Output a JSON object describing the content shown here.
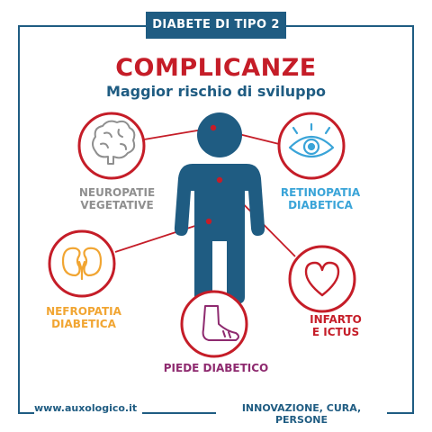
{
  "header": {
    "tag": "DIABETE DI TIPO 2"
  },
  "title": "COMPLICANZE",
  "subtitle": "Maggior rischio di sviluppo",
  "complications": [
    {
      "id": "neuropatie",
      "label_line1": "NEUROPATIE",
      "label_line2": "VEGETATIVE",
      "icon": "brain-icon",
      "color": "#8f8f8f"
    },
    {
      "id": "retinopatia",
      "label_line1": "RETINOPATIA",
      "label_line2": "DIABETICA",
      "icon": "eye-icon",
      "color": "#3aa4d8"
    },
    {
      "id": "nefropatia",
      "label_line1": "NEFROPATIA",
      "label_line2": "DIABETICA",
      "icon": "kidneys-icon",
      "color": "#f1a532"
    },
    {
      "id": "infarto",
      "label_line1": "INFARTO",
      "label_line2": "E ICTUS",
      "icon": "heart-icon",
      "color": "#c51d28"
    },
    {
      "id": "piede",
      "label_line1": "PIEDE DIABETICO",
      "label_line2": "",
      "icon": "foot-icon",
      "color": "#8e2a6f"
    }
  ],
  "footer": {
    "website": "www.auxologico.it",
    "tagline": "INNOVAZIONE, CURA, PERSONE"
  },
  "colors": {
    "primary": "#1f5c82",
    "accent": "#c51d28",
    "circle_border": "#c51d28"
  }
}
